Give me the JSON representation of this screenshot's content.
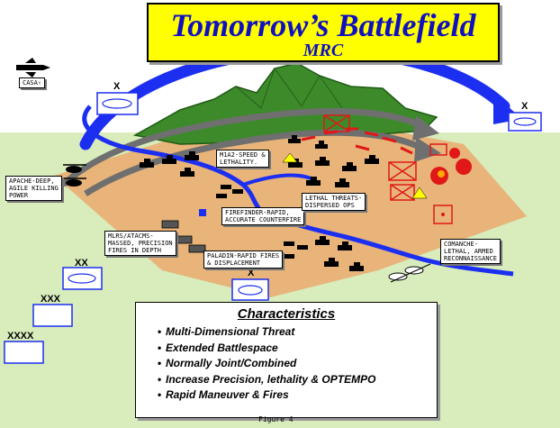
{
  "title": {
    "main": "Tomorrow’s Battlefield",
    "sub": "MRC"
  },
  "labels": {
    "casa": "CASA‹",
    "apache": "APACHE-DEEP,\nAGILE KILLING\nPOWER",
    "m1a2": "M1A2-SPEED &\nLETHALITY.",
    "firefinder": "FIREFINDER-RAPID,\nACCURATE COUNTERFIRE",
    "lethal": "LETHAL THREATS-\nDISPERSED OPS",
    "mlrs": "MLRS/ATACMS-\nMASSED, PRECISION\nFIRES IN DEPTH",
    "paladin": "PALADIN-RAPID FIRES\n& DISPLACEMENT",
    "comanche": "COMANCHE-\nLETHAL, ARMED\nRECONNAISSANCE"
  },
  "echelons": {
    "x_top": "X",
    "x_right": "X",
    "x_mid": "X",
    "xx": "XX",
    "xxx": "XXX",
    "xxxx": "XXXX"
  },
  "characteristics": {
    "heading": "Characteristics",
    "items": [
      "Multi-Dimensional Threat",
      "Extended Battlespace",
      "Normally Joint/Combined",
      "Increase Precision, lethality & OPTEMPO",
      "Rapid Maneuver & Fires"
    ]
  },
  "caption": "Figure 4",
  "colors": {
    "title_bg": "#ffff00",
    "title_text": "#1010c0",
    "ground": "#d8ecbc",
    "battlefield": "#e8b47a",
    "mountain": "#3d8a2a",
    "river": "#1c2ef0",
    "friendly": "#1c2ef0",
    "enemy": "#e01818",
    "arrow": "#707070"
  }
}
